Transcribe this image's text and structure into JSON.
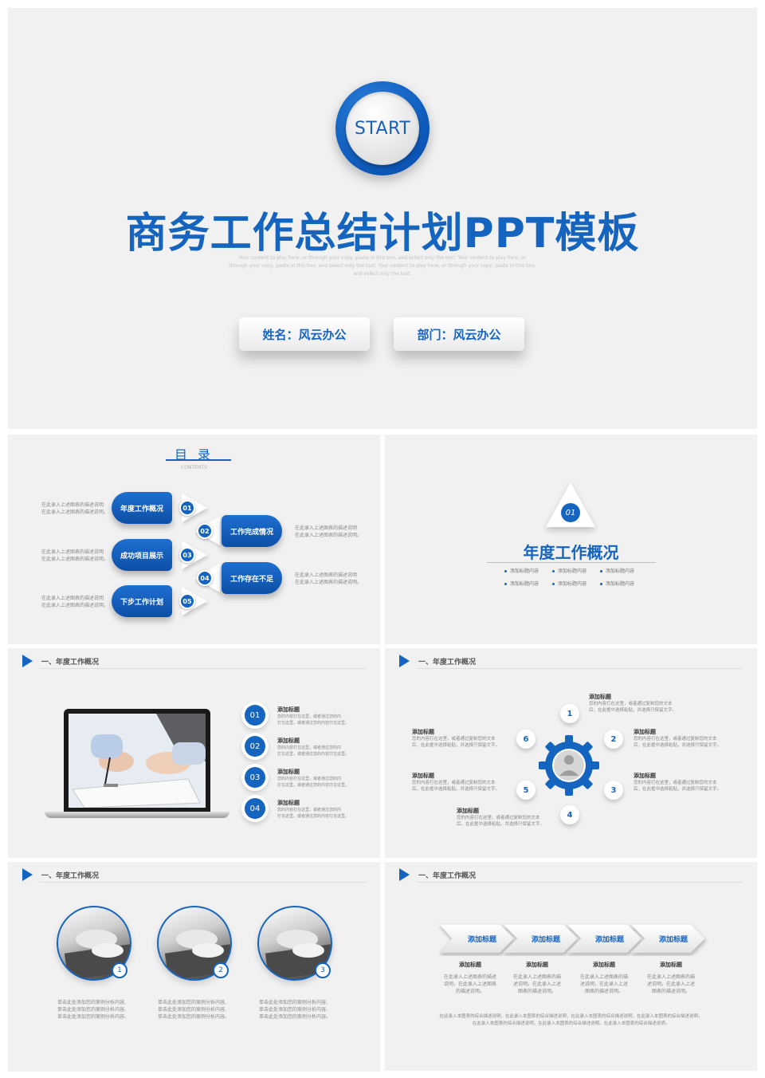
{
  "slide1": {
    "start_label": "START",
    "title": "商务工作总结计划PPT模板",
    "subtitle_line1": "Your content to play here, or through your copy, paste in this box, and select only the text. Your content to play here, or",
    "subtitle_line2": "through your copy, paste in this box, and select only the text. Your content to play here, or through your copy, paste in this box,",
    "subtitle_line3": "and select only the text.",
    "name_label": "姓名：风云办公",
    "dept_label": "部门：风云办公"
  },
  "slide2": {
    "title": "目 录",
    "subtitle": "CONTENTS",
    "items": [
      {
        "num": "01",
        "label": "年度工作概况"
      },
      {
        "num": "02",
        "label": "工作完成情况"
      },
      {
        "num": "03",
        "label": "成功项目展示"
      },
      {
        "num": "04",
        "label": "工作存在不足"
      },
      {
        "num": "05",
        "label": "下步工作计划"
      }
    ],
    "desc_line1": "在此录入上述图表的描述说明",
    "desc_line2": "在此录入上述图表的描述说明。"
  },
  "slide3": {
    "num": "01",
    "title": "年度工作概况",
    "items": [
      "添加标题内容",
      "添加标题内容",
      "添加标题内容",
      "添加标题内容",
      "添加标题内容",
      "添加标题内容"
    ]
  },
  "header": {
    "label": "一、年度工作概况"
  },
  "slide4": {
    "items": [
      {
        "num": "01",
        "title": "添加标题",
        "line1": "您的内容打在这里，或者通过您的内",
        "line2": "打在这里，或者通过您的内容打在这里。"
      },
      {
        "num": "02",
        "title": "添加标题",
        "line1": "您的内容打在这里，或者通过您的内",
        "line2": "打在这里，或者通过您的内容打在这里。"
      },
      {
        "num": "03",
        "title": "添加标题",
        "line1": "您的内容打在这里，或者通过您的内",
        "line2": "打在这里，或者通过您的内容打在这里。"
      },
      {
        "num": "04",
        "title": "添加标题",
        "line1": "您的内容打在这里，或者通过您的内",
        "line2": "打在这里，或者通过您的内容打在这里。"
      }
    ]
  },
  "slide5": {
    "nums": [
      "1",
      "2",
      "3",
      "4",
      "5",
      "6"
    ],
    "title": "添加标题",
    "line1": "您的内容打在这里，或者通过复制您的文本",
    "line2": "后，在此框中选择粘贴，并选择只保留文字。"
  },
  "slide6": {
    "nums": [
      "1",
      "2",
      "3"
    ],
    "line1": "单击此处添加您的案例分析内容,",
    "line2": "单击此处添加您的案例分析内容,",
    "line3": "单击此处添加您的案例分析内容。"
  },
  "slide7": {
    "steps": [
      "添加标题",
      "添加标题",
      "添加标题",
      "添加标题"
    ],
    "cols": [
      {
        "title": "添加标题",
        "line1": "在此录入上述图表的描述",
        "line2": "说明，在此录入上述图表",
        "line3": "的描述说明。"
      },
      {
        "title": "添加标题",
        "line1": "在此录入上述图表的描",
        "line2": "述说明，在此录入上述",
        "line3": "图表的描述说明。"
      },
      {
        "title": "添加标题",
        "line1": "在此录入上述图表的描",
        "line2": "述说明，在此录入上述",
        "line3": "图表的描述说明。"
      },
      {
        "title": "添加标题",
        "line1": "在此录入上述图表的描",
        "line2": "述说明，在此录入上述",
        "line3": "图表的描述说明。"
      }
    ],
    "footer_line1": "在此录入本图表的综合描述说明，在此录入本图表的综合描述说明，在此录入本图表的综合描述说明，在此录入本图表的综合描述说明，",
    "footer_line2": "在此录入本图表的综合描述说明，在此录入本图表的综合描述说明，在此录入本图表的综合描述说明。"
  },
  "colors": {
    "accent": "#1565c0",
    "background": "#f1f1f1"
  }
}
